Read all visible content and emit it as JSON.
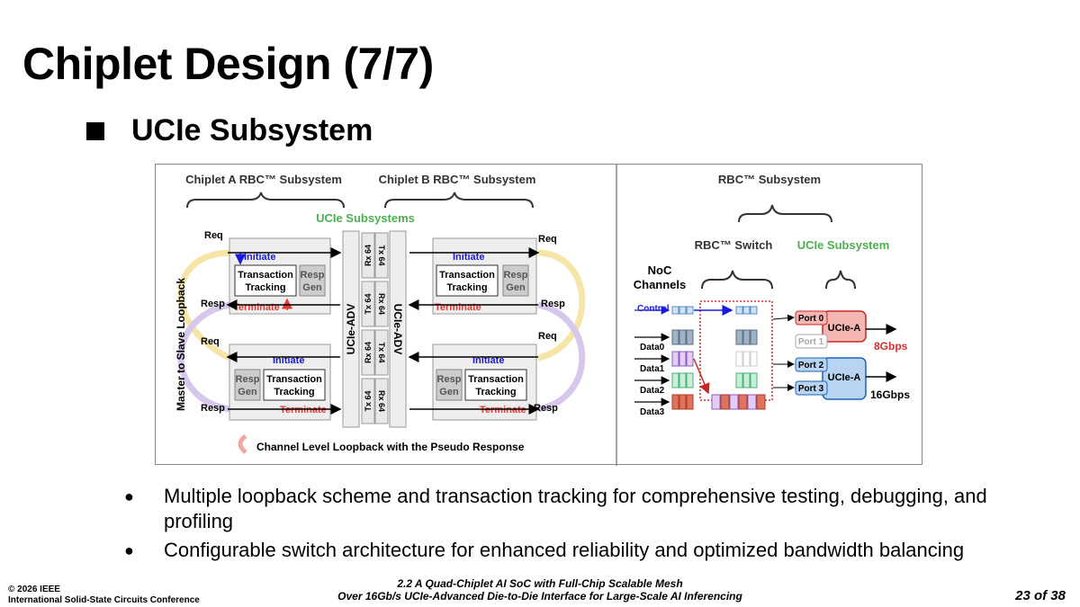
{
  "slide": {
    "title": "Chiplet Design (7/7)",
    "subtitle": "UCIe Subsystem",
    "bullets": [
      "Multiple loopback scheme and transaction tracking for comprehensive testing, debugging, and profiling",
      "Configurable switch architecture for enhanced reliability and optimized bandwidth balancing"
    ]
  },
  "figure_left": {
    "chiplet_a_label": "Chiplet A RBC™ Subsystem",
    "chiplet_b_label": "Chiplet B RBC™ Subsystem",
    "ucie_label": "UCIe Subsystems",
    "loopback_label": "Master to Slave Loopback",
    "req": "Req",
    "resp": "Resp",
    "initiate": "Initiate",
    "terminate": "Terminate",
    "tt_line1": "Transaction",
    "tt_line2": "Tracking",
    "rg_line1": "Resp",
    "rg_line2": "Gen",
    "ucie_adv": "UCIe-ADV",
    "lanes_a": [
      "Rx 64",
      "Tx 64",
      "Rx 64",
      "Tx 64"
    ],
    "lanes_b": [
      "Tx 64",
      "Rx 64",
      "Tx 64",
      "Rx 64"
    ],
    "legend": "Channel Level Loopback with the Pseudo Response"
  },
  "figure_right": {
    "rbc_subsystem": "RBC™ Subsystem",
    "rbc_switch": "RBC™ Switch",
    "ucie_subsystem": "UCIe Subsystem",
    "noc_line1": "NoC",
    "noc_line2": "Channels",
    "channels": [
      "Control",
      "Data0",
      "Data1",
      "Data2",
      "Data3"
    ],
    "ports": [
      "Port 0",
      "Port 1",
      "Port 2",
      "Port 3"
    ],
    "ucie_a": "UCIe-A",
    "rate_a": "8Gbps",
    "rate_b": "16Gbps"
  },
  "colors": {
    "ucie_green": "#4caf50",
    "initiate_blue": "#1a1adb",
    "terminate_red": "#e53935",
    "rate_red": "#d32f2f",
    "loop_yellow": "#f5e6a8",
    "loop_purple": "#d7c7ec",
    "port_red_fill": "#f4b6b0",
    "port_blue_fill": "#b8d4f2"
  },
  "footer": {
    "copyright": "© 2026 IEEE",
    "conference": "International Solid-State Circuits Conference",
    "paper_line1": "2.2 A Quad-Chiplet AI SoC with Full-Chip Scalable Mesh",
    "paper_line2": "Over 16Gb/s UCIe-Advanced Die-to-Die Interface for Large-Scale AI Inferencing",
    "page": "23 of 38"
  }
}
